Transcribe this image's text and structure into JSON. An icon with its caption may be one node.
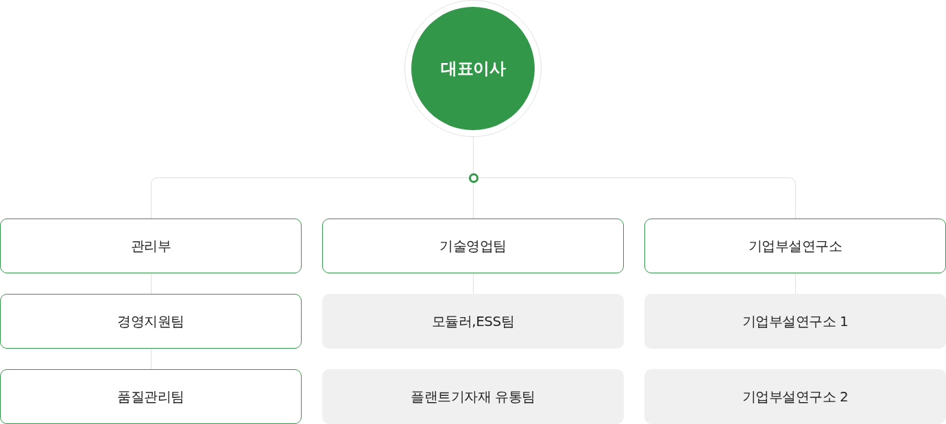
{
  "diagram": {
    "nodes": [
      {
        "text": [
          "대표이사"
        ]
      },
      {
        "text": [
          "관리부"
        ]
      },
      {
        "text": [
          "기술영업팀"
        ]
      },
      {
        "text": [
          "기업부설연구소"
        ]
      },
      {
        "text": [
          "경영지원팀"
        ]
      },
      {
        "text": [
          "모듈러,ESS팀"
        ]
      },
      {
        "text": [
          "기업부설연구소 1"
        ]
      },
      {
        "text": [
          "품질관리팀"
        ]
      },
      {
        "text": [
          "플랜트기자재 유통팀"
        ]
      },
      {
        "text": [
          "기업부설연구소 2"
        ]
      }
    ],
    "edges": [
      {
        "from": 0,
        "to": 1,
        "arrow": "none"
      },
      {
        "from": 0,
        "to": 2,
        "arrow": "none"
      },
      {
        "from": 0,
        "to": 3,
        "arrow": "none"
      },
      {
        "from": 1,
        "to": 4,
        "arrow": "none"
      },
      {
        "from": 4,
        "to": 7,
        "arrow": "none"
      },
      {
        "from": 2,
        "to": 5,
        "arrow": "none"
      },
      {
        "from": 3,
        "to": 6,
        "arrow": "none"
      }
    ]
  }
}
